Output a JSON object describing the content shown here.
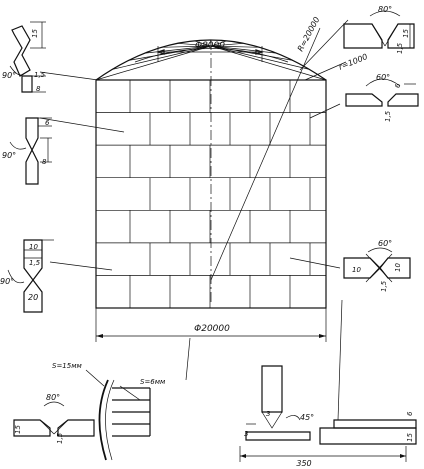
{
  "main_view": {
    "top_diameter": "Φ8000",
    "tank_diameter": "Φ20000",
    "roof_radius": "R=20000",
    "rim_radius": "r=1000"
  },
  "roof_joint": {
    "angle": "90°",
    "top_dim": "15",
    "mid_dim": "1,5",
    "bottom_dim": "8"
  },
  "upper_shell_joint": {
    "angle": "90°",
    "gap": "6",
    "depth": "8"
  },
  "lower_shell_joint": {
    "angle": "90°",
    "top_dim": "10",
    "mid_dim": "1,5",
    "bottom_dim": "20"
  },
  "roof_butt_joint": {
    "angle": "80°",
    "height": "15",
    "root": "1,5"
  },
  "shell_butt_joint_top": {
    "angle": "60°",
    "thickness": "6",
    "root": "1,5"
  },
  "shell_butt_joint_bottom": {
    "angle": "60°",
    "left_dim": "10",
    "right_dim": "10",
    "root": "1,5"
  },
  "bottom_joint": {
    "angle": "80°",
    "left_dim": "15",
    "root": "1,5",
    "wall_thickness": "S=15мм",
    "bottom_thickness": "S=6мм"
  },
  "corner_joint": {
    "angle": "45°",
    "height": "3",
    "plate": "3",
    "right_top": "6",
    "right_bottom": "15",
    "span": "350"
  }
}
